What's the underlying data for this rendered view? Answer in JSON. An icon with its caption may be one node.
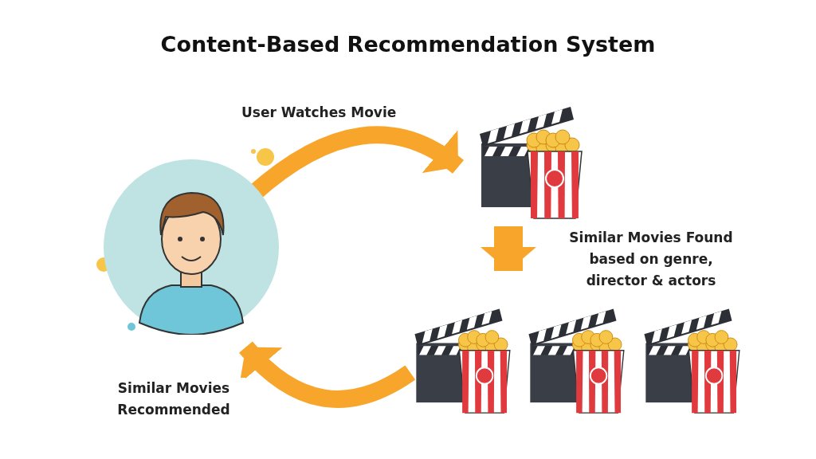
{
  "diagram": {
    "title": "Content-Based Recommendation System",
    "nodes": [
      {
        "text": [],
        "shape": "person"
      },
      {
        "text": [],
        "shape": "picture"
      },
      {
        "text": [],
        "shape": "picture"
      },
      {
        "text": [],
        "shape": "picture"
      },
      {
        "text": [],
        "shape": "picture"
      }
    ],
    "edges": [
      {
        "from": 0,
        "to": 1,
        "arrow": "to",
        "label": "User Watches Movie"
      },
      {
        "from": 1,
        "to": 3,
        "arrow": "to",
        "label": "Similar Movies Found based on genre, director & actors"
      },
      {
        "from": 2,
        "to": 0,
        "arrow": "to",
        "label": "Similar Movies Recommended"
      }
    ]
  }
}
